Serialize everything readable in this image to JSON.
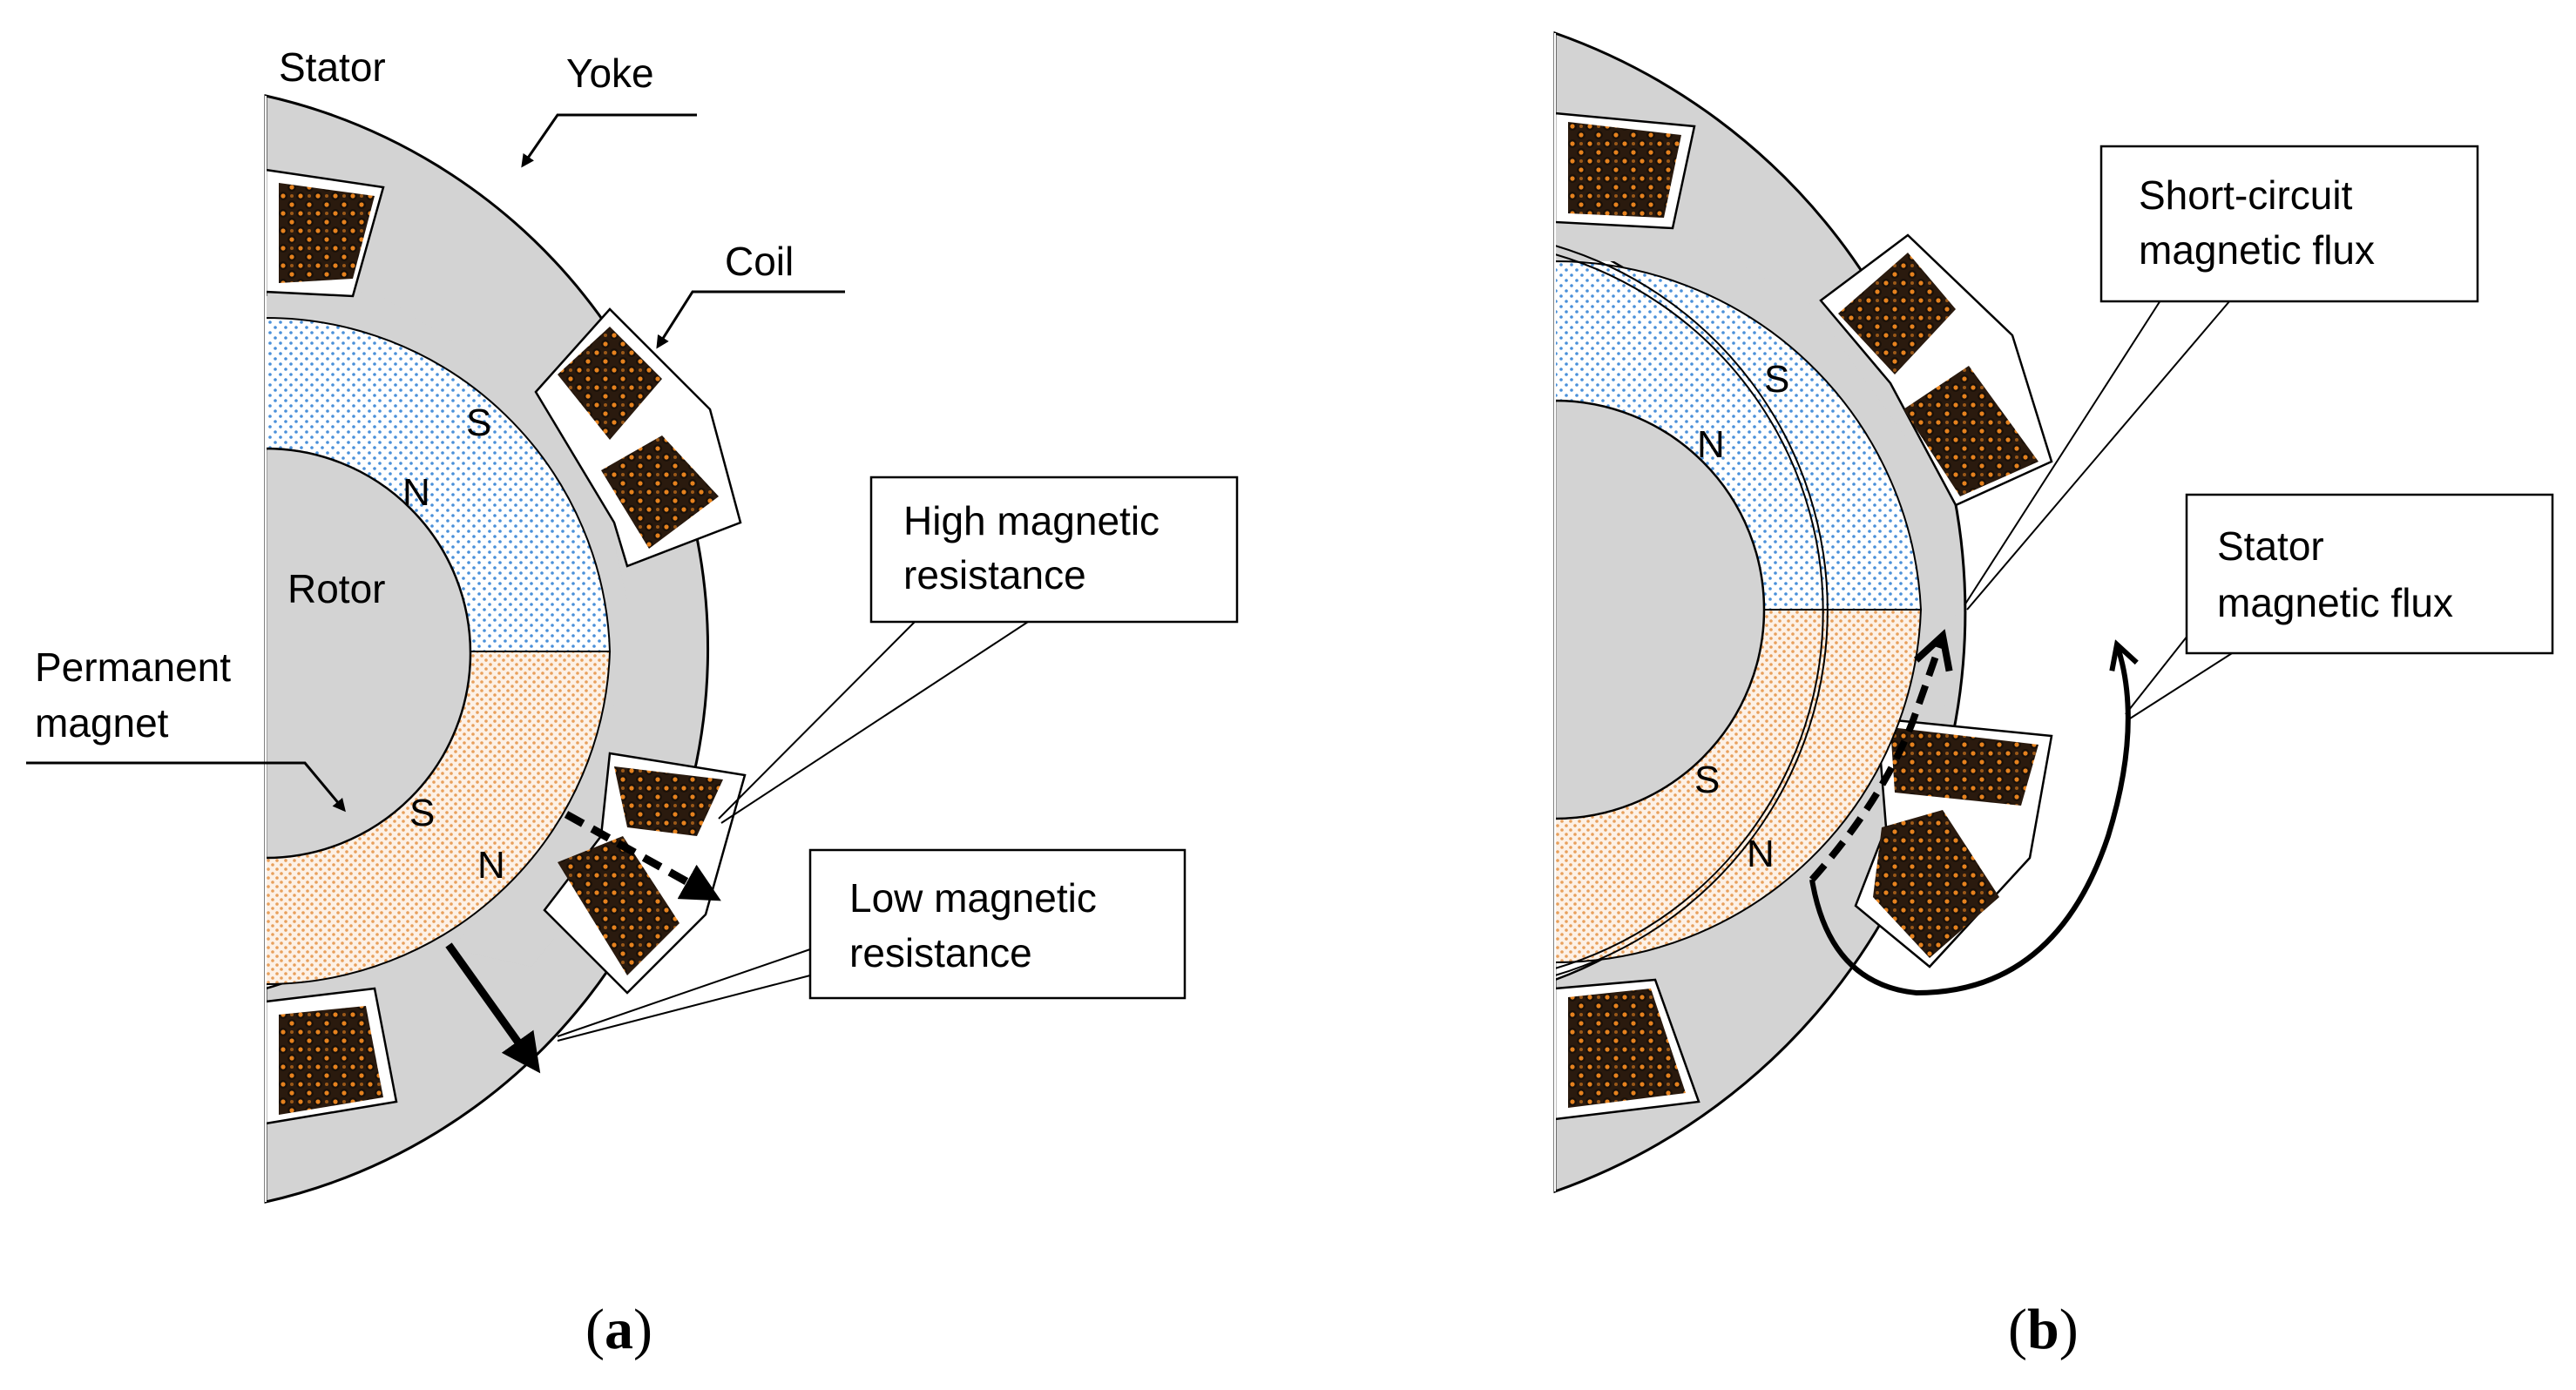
{
  "colors": {
    "iron": "#d3d3d3",
    "magnet_s_dots": "#4a90d9",
    "magnet_n_dots": "#e8a05c",
    "magnet_n_fill": "#fdf1e6",
    "copper": "#e6821e",
    "outline": "#000000"
  },
  "panel_a": {
    "labels": {
      "stator": "Stator",
      "yoke": "Yoke",
      "coil": "Coil",
      "rotor": "Rotor",
      "permanent_magnet_line1": "Permanent",
      "permanent_magnet_line2": "magnet",
      "high_resistance_line1": "High magnetic",
      "high_resistance_line2": "resistance",
      "low_resistance_line1": "Low magnetic",
      "low_resistance_line2": "resistance"
    },
    "poles": {
      "s_upper": "S",
      "n_upper": "N",
      "s_lower": "S",
      "n_lower": "N"
    },
    "caption_open": "(",
    "caption_letter": "a",
    "caption_close": ")"
  },
  "panel_b": {
    "labels": {
      "short_circuit_line1": "Short-circuit",
      "short_circuit_line2": "magnetic flux",
      "stator_flux_line1": "Stator",
      "stator_flux_line2": "magnetic flux"
    },
    "poles": {
      "s_upper": "S",
      "n_upper": "N",
      "s_lower": "S",
      "n_lower": "N"
    },
    "caption_open": "(",
    "caption_letter": "b",
    "caption_close": ")"
  }
}
